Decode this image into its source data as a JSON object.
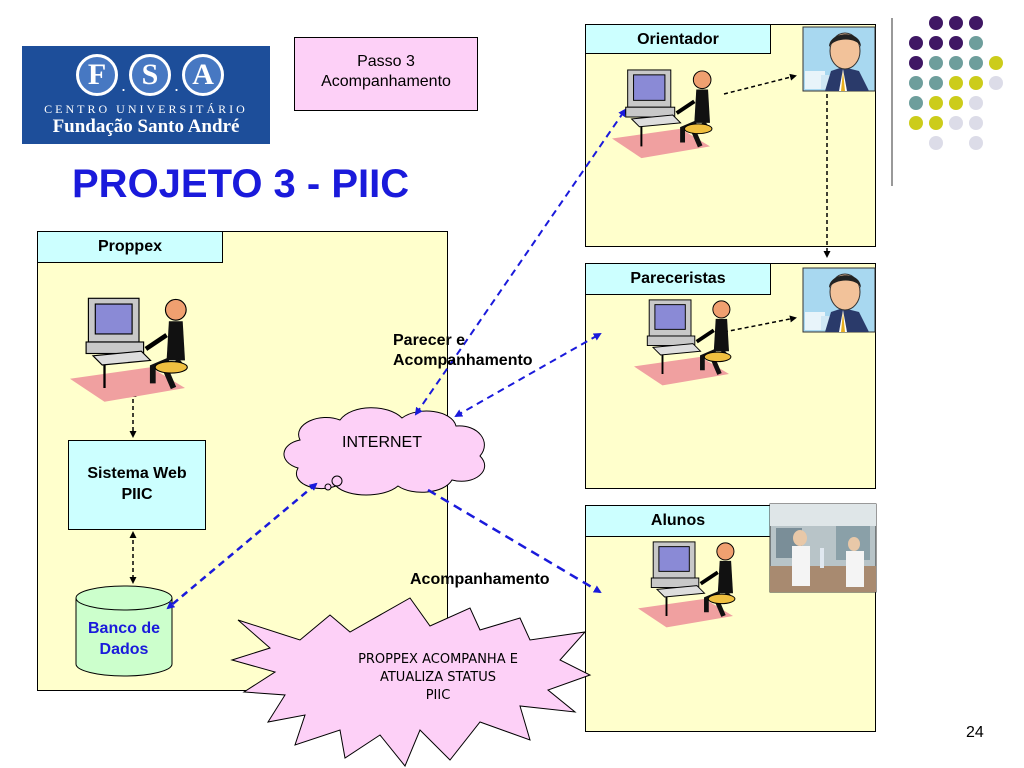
{
  "logo": {
    "letters": [
      "F",
      "S",
      "A"
    ],
    "subtitle": "CENTRO UNIVERSITÁRIO",
    "name": "Fundação Santo André"
  },
  "step_box": {
    "line1": "Passo 3",
    "line2": "Acompanhamento"
  },
  "title": "PROJETO 3 - PIIC",
  "panels": {
    "proppex": "Proppex",
    "orientador": "Orientador",
    "pareceristas": "Pareceristas",
    "alunos": "Alunos"
  },
  "system": {
    "line1": "Sistema Web",
    "line2": "PIIC"
  },
  "database": {
    "line1": "Banco de",
    "line2": "Dados"
  },
  "cloud": "INTERNET",
  "labels": {
    "parecer_line1": "Parecer e",
    "parecer_line2": "Acompanhamento",
    "acompanhamento": "Acompanhamento"
  },
  "burst": {
    "line1": "PROPPEX ACOMPANHA E",
    "line2": "ATUALIZA STATUS",
    "line3": "PIIC"
  },
  "page_number": "24",
  "colors": {
    "title_blue": "#1a1adb",
    "panel_yellow": "#ffffcc",
    "tab_cyan": "#ccffff",
    "step_pink": "#fdd0f7",
    "cloud_pink": "#fdd0f7",
    "db_green": "#ccffcc",
    "arrow_blue": "#1a1adb",
    "dot_purple": "#3f1764",
    "dot_teal": "#6e9e9c",
    "dot_yellow": "#cccc1a",
    "dot_lavender": "#dcdce8"
  }
}
